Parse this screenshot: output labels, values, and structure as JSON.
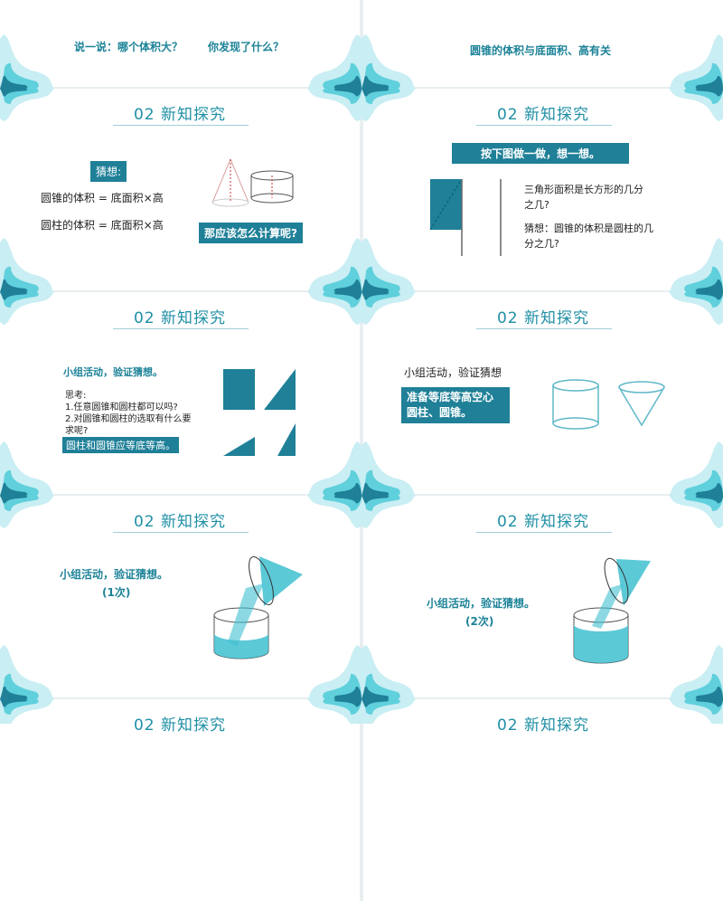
{
  "colors": {
    "accent": "#1f8098",
    "light": "#5fd0dc",
    "pale": "#c9eef3"
  },
  "section_title": "02  新知探究",
  "slides": [
    {
      "text": "说一说：哪个体积大？",
      "text2": "你发现了什么？"
    },
    {
      "text": "圆锥的体积与底面积、高有关"
    },
    {
      "guess_label": "猜想:",
      "line1": "圆锥的体积 = 底面积×高",
      "line2": "圆柱的体积 = 底面积×高",
      "question": "那应该怎么计算呢?"
    },
    {
      "banner": "按下图做一做，想一想。",
      "q1a": "三角形面积是长方形的几分",
      "q1b": "之几?",
      "q2a": "猜想：圆锥的体积是圆柱的几",
      "q2b": "分之几?"
    },
    {
      "heading": "小组活动，验证猜想。",
      "think": "思考:",
      "p1": "1.任意圆锥和圆柱都可以吗?",
      "p2a": "2.对圆锥和圆柱的选取有什么要",
      "p2b": "求呢?",
      "answer": "圆柱和圆锥应等底等高。"
    },
    {
      "heading": "小组活动，验证猜想",
      "box1": "准备等底等高空心",
      "box2": "圆柱、圆锥。"
    },
    {
      "heading": "小组活动，验证猜想。",
      "count": "(1次)"
    },
    {
      "heading": "小组活动，验证猜想。",
      "count": "(2次)"
    }
  ]
}
